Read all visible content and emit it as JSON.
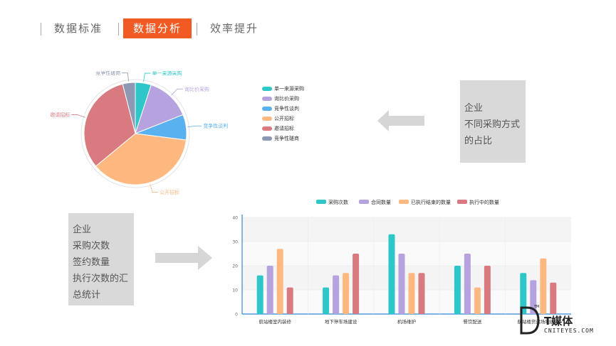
{
  "tabs": [
    {
      "label": "数据标准",
      "active": false
    },
    {
      "label": "数据分析",
      "active": true
    },
    {
      "label": "效率提升",
      "active": false
    }
  ],
  "accent_color": "#f15a22",
  "box_top_right": {
    "lines": [
      "企业",
      "不同采购方式",
      "的占比"
    ]
  },
  "box_bottom_left": {
    "lines": [
      "企业",
      "采购次数",
      "签约数量",
      "执行次数的汇",
      "总统计"
    ]
  },
  "watermark": {
    "brand": "T媒体",
    "url": "CNITEYES.COM",
    "tm": "TM"
  },
  "chart_data": [
    {
      "type": "pie",
      "categories": [
        "单一来源采购",
        "询比价采购",
        "竞争性谈判",
        "公开招标",
        "邀请招标",
        "竞争性磋商"
      ],
      "values": [
        5,
        14,
        8,
        37,
        32,
        4
      ],
      "colors": [
        "#2ec7c9",
        "#b6a2de",
        "#5ab1ef",
        "#ffb980",
        "#d87a80",
        "#8d98b3"
      ],
      "labels": [
        "单一来源采购",
        "询比价采购",
        "竞争性谈判",
        "公开招标",
        "邀请招标",
        "竞争性磋商"
      ],
      "legend": [
        "单一来源采购",
        "询比价采购",
        "竞争性谈判",
        "公开招标",
        "邀请招标",
        "竞争性磋商"
      ]
    },
    {
      "type": "bar",
      "categories": [
        "航站楼室内装修",
        "地下停车场建设",
        "机场维护",
        "餐饮配送",
        "航站楼货运场地建设"
      ],
      "series": [
        {
          "name": "采购次数",
          "color": "#2ec7c9",
          "values": [
            16,
            11,
            33,
            20,
            17
          ]
        },
        {
          "name": "合同数量",
          "color": "#b6a2de",
          "values": [
            20,
            16,
            25,
            25,
            14
          ]
        },
        {
          "name": "已执行结束的数量",
          "color": "#ffb980",
          "values": [
            27,
            17,
            17,
            11,
            23
          ]
        },
        {
          "name": "执行中的数量",
          "color": "#d87a80",
          "values": [
            11,
            25,
            17,
            20,
            13
          ]
        }
      ],
      "yticks": [
        "0",
        "10",
        "20",
        "30",
        "40"
      ],
      "ylim": [
        0,
        40
      ]
    }
  ]
}
